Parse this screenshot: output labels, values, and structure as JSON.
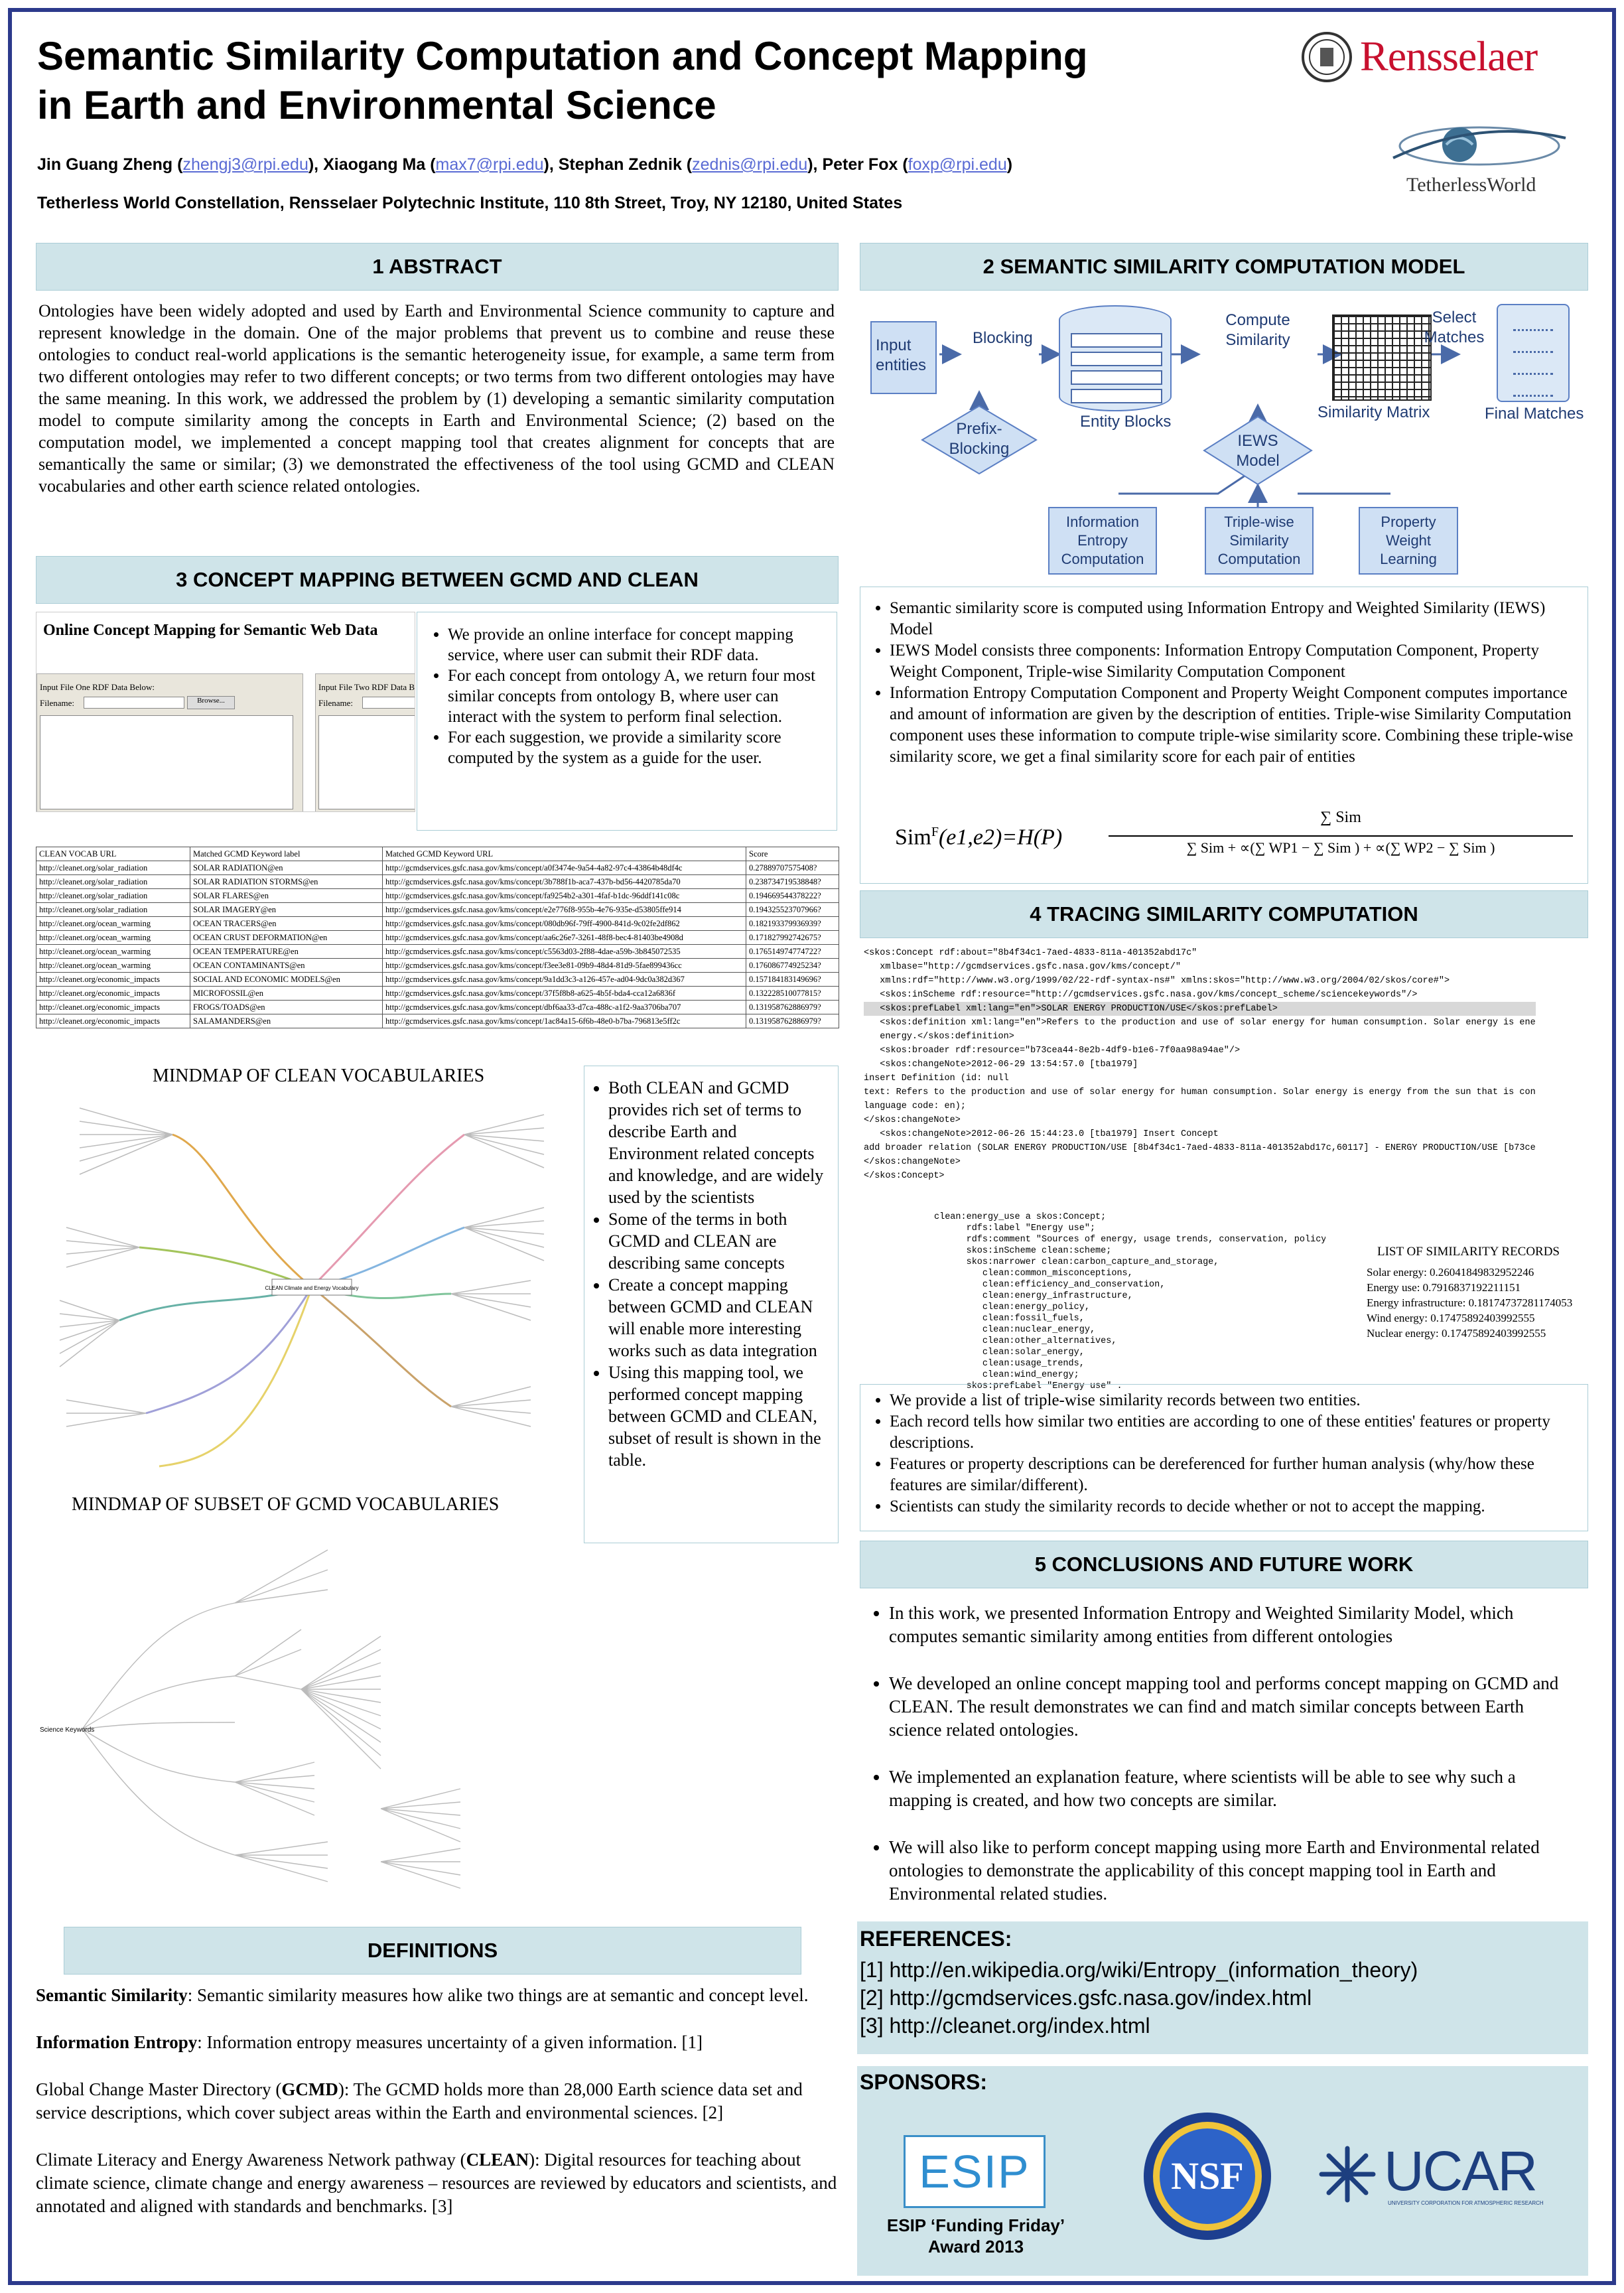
{
  "header": {
    "title_line1": "Semantic Similarity Computation and Concept Mapping",
    "title_line2": "in Earth and Environmental Science",
    "authors": [
      {
        "name": "Jin Guang Zheng",
        "email": "zhengj3@rpi.edu"
      },
      {
        "name": "Xiaogang Ma",
        "email": "max7@rpi.edu"
      },
      {
        "name": "Stephan Zednik",
        "email": "zednis@rpi.edu"
      },
      {
        "name": "Peter Fox",
        "email": "foxp@rpi.edu"
      }
    ],
    "affiliation": "Tetherless World Constellation, Rensselaer Polytechnic Institute, 110 8th Street, Troy, NY 12180, United States",
    "logo_rensselaer": "Rensselaer",
    "logo_tw": "TetherlessWorld"
  },
  "abstract": {
    "heading": "1 ABSTRACT",
    "text": "Ontologies have been widely adopted and used by Earth and Environmental Science community to capture and represent knowledge in the domain. One of the major problems that prevent us to combine and reuse these ontologies to conduct real-world applications is the semantic heterogeneity issue, for example, a same term from two different ontologies may refer to two different concepts; or two terms from two different ontologies may have the same meaning. In this work, we addressed the problem by (1) developing a semantic similarity computation model to compute similarity among the concepts in Earth and Environmental Science; (2) based on the computation model, we implemented a concept mapping tool that creates alignment for concepts that are semantically the same or similar; (3) we demonstrated the effectiveness of the tool using GCMD and CLEAN vocabularies and other earth science related ontologies."
  },
  "model": {
    "heading": "2 SEMANTIC SIMILARITY COMPUTATION MODEL",
    "diagram": {
      "input": "Input entities",
      "blocking": "Blocking",
      "prefix": "Prefix-Blocking",
      "entity_blocks": "Entity Blocks",
      "compute": "Compute Similarity",
      "matrix": "Similarity Matrix",
      "select": "Select Matches",
      "final": "Final Matches",
      "iews": "IEWS Model",
      "info": "Information Entropy Computation",
      "triple": "Triple-wise Similarity Computation",
      "prop": "Property Weight Learning"
    },
    "bullets": [
      "Semantic similarity score is computed using Information Entropy and Weighted Similarity (IEWS) Model",
      "IEWS Model consists three components: Information Entropy Computation Component, Property Weight Component, Triple-wise Similarity Computation Component",
      "Information Entropy Computation Component and Property Weight Component computes importance and amount of information are given by the description of entities.  Triple-wise Similarity Computation component uses these information to compute triple-wise similarity score. Combining these triple-wise similarity score, we get a final similarity score for each pair of entities"
    ],
    "formula_lhs": "Sim",
    "formula_sup": "F",
    "formula_args": "(e1,e2)=H(P)",
    "formula_num": "∑ Sim",
    "formula_den": "∑ Sim  + ∝(∑ WP1 − ∑ Sim ) + ∝(∑ WP2 − ∑ Sim )"
  },
  "mapping": {
    "heading": "3 CONCEPT MAPPING BETWEEN GCMD AND CLEAN",
    "ui_title": "Online Concept Mapping for Semantic Web Data",
    "ui_label1": "Input File One RDF Data Below:",
    "ui_label2": "Input File Two RDF Data Below:",
    "ui_filename": "Filename:",
    "ui_browse": "Browse...",
    "bullets": [
      "We provide an online interface for concept mapping service, where user can submit their RDF data.",
      "For each concept from ontology A, we return four most similar concepts from ontology B, where user can interact with the system to perform final selection.",
      "For each suggestion, we provide a similarity score computed by the system as a guide for the user."
    ],
    "table": {
      "headers": [
        "CLEAN VOCAB URL",
        "Matched GCMD Keyword label",
        "Matched GCMD Keyword URL",
        "Score"
      ],
      "rows": [
        [
          "http://cleanet.org/solar_radiation",
          "SOLAR RADIATION@en",
          "http://gcmdservices.gsfc.nasa.gov/kms/concept/a0f3474e-9a54-4a82-97c4-43864b48df4c",
          "0.27889707575408?"
        ],
        [
          "http://cleanet.org/solar_radiation",
          "SOLAR RADIATION STORMS@en",
          "http://gcmdservices.gsfc.nasa.gov/kms/concept/3b788f1b-aca7-437b-bd56-4420785da70",
          "0.238734719538848?"
        ],
        [
          "http://cleanet.org/solar_radiation",
          "SOLAR FLARES@en",
          "http://gcmdservices.gsfc.nasa.gov/kms/concept/fa9254b2-a301-4faf-b1dc-96ddf141c08c",
          "0.194669544378222?"
        ],
        [
          "http://cleanet.org/solar_radiation",
          "SOLAR IMAGERY@en",
          "http://gcmdservices.gsfc.nasa.gov/kms/concept/e2e776f8-955b-4e76-935e-d53805ffe914",
          "0.194325523707966?"
        ],
        [
          "http://cleanet.org/ocean_warming",
          "OCEAN TRACERS@en",
          "http://gcmdservices.gsfc.nasa.gov/kms/concept/080db96f-79ff-4900-841d-9c02fe2df862",
          "0.182193379936939?"
        ],
        [
          "http://cleanet.org/ocean_warming",
          "OCEAN CRUST DEFORMATION@en",
          "http://gcmdservices.gsfc.nasa.gov/kms/concept/aa6c26e7-3261-48f8-bec4-81403be4908d",
          "0.171827992742675?"
        ],
        [
          "http://cleanet.org/ocean_warming",
          "OCEAN TEMPERATURE@en",
          "http://gcmdservices.gsfc.nasa.gov/kms/concept/c5563d03-2f88-4dae-a59b-3b845072535",
          "0.176514974774722?"
        ],
        [
          "http://cleanet.org/ocean_warming",
          "OCEAN CONTAMINANTS@en",
          "http://gcmdservices.gsfc.nasa.gov/kms/concept/f3ee3e81-09b9-48d4-81d9-5fae899436cc",
          "0.176086774925234?"
        ],
        [
          "http://cleanet.org/economic_impacts",
          "SOCIAL AND ECONOMIC MODELS@en",
          "http://gcmdservices.gsfc.nasa.gov/kms/concept/9a1dd3c3-a126-457e-ad04-9dc0a382d367",
          "0.157184183149696?"
        ],
        [
          "http://cleanet.org/economic_impacts",
          "MICROFOSSIL@en",
          "http://gcmdservices.gsfc.nasa.gov/kms/concept/37f5f8b8-a625-4b5f-bda4-cca12a6836f",
          "0.132228510077815?"
        ],
        [
          "http://cleanet.org/economic_impacts",
          "FROGS/TOADS@en",
          "http://gcmdservices.gsfc.nasa.gov/kms/concept/dbf6aa33-d7ca-488c-a1f2-9aa3706ba707",
          "0.131958762886979?"
        ],
        [
          "http://cleanet.org/economic_impacts",
          "SALAMANDERS@en",
          "http://gcmdservices.gsfc.nasa.gov/kms/concept/1ac84a15-6f6b-48e0-b7ba-796813e5ff2c",
          "0.131958762886979?"
        ]
      ]
    },
    "mindmap_clean_title": "MINDMAP OF CLEAN VOCABULARIES",
    "mindmap_clean_center": "CLEAN Climate and Energy Vocabulary",
    "mindmap_gcmd_title": "MINDMAP OF SUBSET OF GCMD VOCABULARIES",
    "mindmap_gcmd_center": "Science Keywords",
    "side_bullets": [
      "Both CLEAN and GCMD provides rich set of terms to describe Earth and Environment related concepts and knowledge, and are widely used by the scientists",
      "Some of the terms in both GCMD and CLEAN are describing same concepts",
      "Create a concept mapping between GCMD and CLEAN will enable more interesting works such as data integration",
      "Using this mapping tool, we performed concept mapping between GCMD and CLEAN, subset of result is shown in the table."
    ]
  },
  "tracing": {
    "heading": "4 TRACING SIMILARITY COMPUTATION",
    "code_lines": [
      "<skos:Concept rdf:about=\"8b4f34c1-7aed-4833-811a-401352abd17c\"",
      "   xmlbase=\"http://gcmdservices.gsfc.nasa.gov/kms/concept/\"",
      "   xmlns:rdf=\"http://www.w3.org/1999/02/22-rdf-syntax-ns#\" xmlns:skos=\"http://www.w3.org/2004/02/skos/core#\">",
      "   <skos:inScheme rdf:resource=\"http://gcmdservices.gsfc.nasa.gov/kms/concept_scheme/sciencekeywords\"/>",
      "   <skos:prefLabel xml:lang=\"en\">SOLAR ENERGY PRODUCTION/USE</skos:prefLabel>",
      "   <skos:definition xml:lang=\"en\">Refers to the production and use of solar energy for human consumption. Solar energy is ene",
      "   energy.</skos:definition>",
      "   <skos:broader rdf:resource=\"b73cea44-8e2b-4df9-b1e6-7f0aa98a94ae\"/>",
      "   <skos:changeNote>2012-06-29 13:54:57.0 [tba1979]",
      "insert Definition (id: null",
      "text: Refers to the production and use of solar energy for human consumption. Solar energy is energy from the sun that is con",
      "language code: en);",
      "</skos:changeNote>",
      "   <skos:changeNote>2012-06-26 15:44:23.0 [tba1979] Insert Concept",
      "add broader relation (SOLAR ENERGY PRODUCTION/USE [8b4f34c1-7aed-4833-811a-401352abd17c,60117] - ENERGY PRODUCTION/USE [b73ce",
      "</skos:changeNote>",
      "</skos:Concept>"
    ],
    "code2_lines": [
      "clean:energy_use a skos:Concept;",
      "      rdfs:label \"Energy use\";",
      "      rdfs:comment \"Sources of energy, usage trends, conservation, policy\";",
      "      skos:inScheme clean:scheme;",
      "      skos:narrower clean:carbon_capture_and_storage,",
      "         clean:common_misconceptions,",
      "         clean:efficiency_and_conservation,",
      "         clean:energy_infrastructure,",
      "         clean:energy_policy,",
      "         clean:fossil_fuels,",
      "         clean:nuclear_energy,",
      "         clean:other_alternatives,",
      "         clean:solar_energy,",
      "         clean:usage_trends,",
      "         clean:wind_energy;",
      "      skos:prefLabel \"Energy use\" ."
    ],
    "records_title": "LIST OF SIMILARITY RECORDS",
    "records": [
      "Solar energy: 0.26041849832952246",
      "Energy use: 0.7916837192211151",
      "Energy infrastructure: 0.18174737281174053",
      "Wind energy: 0.17475892403992555",
      "Nuclear energy: 0.17475892403992555"
    ],
    "bullets": [
      "We provide a list of triple-wise similarity records between two entities.",
      "Each record tells how similar two entities are according to  one of these entities' features or property descriptions.",
      "Features or property descriptions can be dereferenced for further human analysis (why/how these features are similar/different).",
      "Scientists can study the similarity records to decide whether or not to accept the mapping."
    ]
  },
  "conclusions": {
    "heading": "5 CONCLUSIONS AND FUTURE WORK",
    "items": [
      "In this work, we presented Information Entropy and Weighted Similarity Model, which computes semantic similarity among entities from different ontologies",
      "We developed an online concept mapping tool and performs concept mapping on GCMD and CLEAN.  The result demonstrates we can find and match similar concepts between Earth science related ontologies.",
      "We implemented an explanation feature, where scientists will be able to see why such a mapping is created, and how two concepts are similar.",
      " We will also like to perform concept mapping using more Earth and Environmental related ontologies to demonstrate the applicability of this concept mapping tool in Earth and Environmental related studies."
    ]
  },
  "definitions": {
    "heading": "DEFINITIONS",
    "items": [
      {
        "term": "Semantic Similarity",
        "text": ": Semantic similarity measures how alike two things are at semantic and concept level."
      },
      {
        "term": "Information Entropy",
        "text": ": Information entropy measures uncertainty of a given information. [1]"
      },
      {
        "pre": "Global Change Master Directory (",
        "term": "GCMD",
        "text": "): The GCMD holds more than 28,000 Earth science data set and service descriptions, which cover subject areas within the Earth and environmental sciences. [2]"
      },
      {
        "pre": "Climate Literacy and Energy Awareness Network pathway (",
        "term": "CLEAN",
        "text": "): Digital resources for teaching about climate science, climate change and energy awareness – resources are reviewed by educators and scientists, and annotated and aligned with standards and benchmarks. [3]"
      }
    ]
  },
  "references": {
    "heading": "REFERENCES:",
    "items": [
      "[1] http://en.wikipedia.org/wiki/Entropy_(information_theory)",
      "[2] http://gcmdservices.gsfc.nasa.gov/index.html",
      "[3] http://cleanet.org/index.html"
    ]
  },
  "sponsors": {
    "heading": "SPONSORS:",
    "esip": "ESIP",
    "esip_caption1": "ESIP ‘Funding Friday’",
    "esip_caption2": "Award 2013",
    "nsf": "NSF",
    "ucar": "UCAR",
    "ucar_sub": "UNIVERSITY CORPORATION FOR ATMOSPHERIC RESEARCH"
  }
}
